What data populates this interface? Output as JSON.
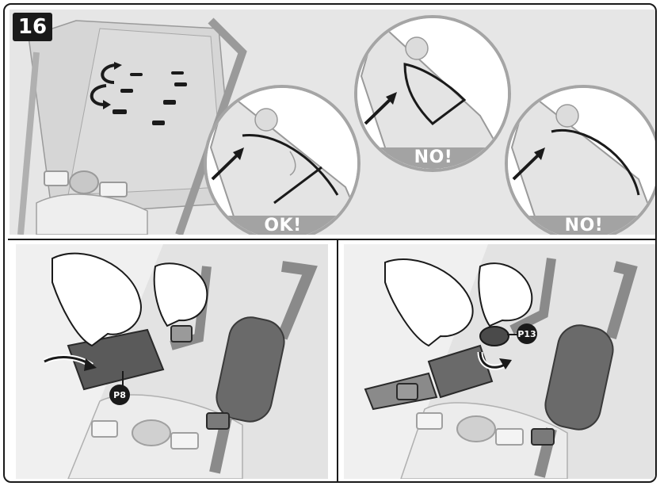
{
  "step_number": "16",
  "details": [
    {
      "verdict": "OK!"
    },
    {
      "verdict": "NO!"
    },
    {
      "verdict": "NO!"
    }
  ],
  "parts": {
    "left": "P8",
    "right": "P13"
  }
}
